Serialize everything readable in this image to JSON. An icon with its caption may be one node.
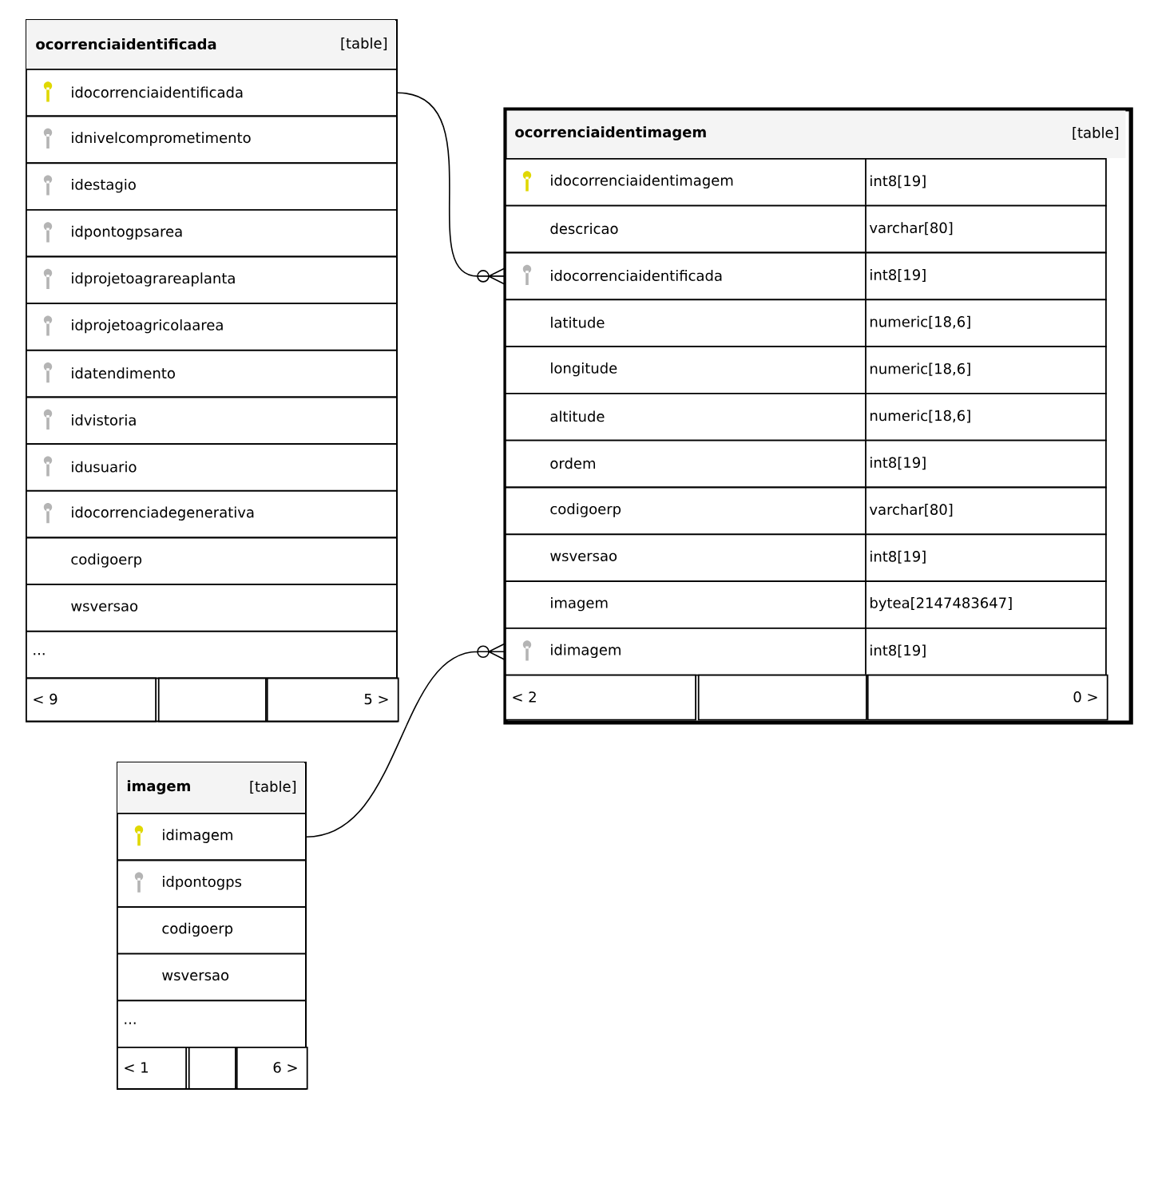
{
  "diagram": {
    "nodes": [
      {
        "text": [
          "ocorrenciaidentificada",
          "[table]"
        ]
      },
      {
        "text": [
          "idocorrenciaidentificada"
        ],
        "in": 0
      },
      {
        "text": [
          "idnivelcomprometimento"
        ],
        "in": 0
      },
      {
        "text": [
          "idestagio"
        ],
        "in": 0
      },
      {
        "text": [
          "idpontogpsarea"
        ],
        "in": 0
      },
      {
        "text": [
          "idprojetoagrareaplanta"
        ],
        "in": 0
      },
      {
        "text": [
          "idprojetoagricolaarea"
        ],
        "in": 0
      },
      {
        "text": [
          "idatendimento"
        ],
        "in": 0
      },
      {
        "text": [
          "idvistoria"
        ],
        "in": 0
      },
      {
        "text": [
          "idusuario"
        ],
        "in": 0
      },
      {
        "text": [
          "idocorrenciadegenerativa"
        ],
        "in": 0
      },
      {
        "text": [
          "codigoerp"
        ],
        "in": 0
      },
      {
        "text": [
          "wsversao"
        ],
        "in": 0
      },
      {
        "text": [
          "..."
        ],
        "in": 0
      },
      {
        "text": [
          "< 9"
        ],
        "in": 0
      },
      {
        "text": [],
        "shape": "box",
        "in": 0
      },
      {
        "text": [
          "5 >"
        ],
        "in": 0
      },
      {
        "text": [
          "ocorrenciaidentimagem",
          "[table]"
        ]
      },
      {
        "text": [
          "idocorrenciaidentimagem",
          "int8[19]"
        ],
        "in": 17
      },
      {
        "text": [
          "descricao",
          "varchar[80]"
        ],
        "in": 17
      },
      {
        "text": [
          "idocorrenciaidentificada",
          "int8[19]"
        ],
        "in": 17
      },
      {
        "text": [
          "latitude",
          "numeric[18,6]"
        ],
        "in": 17
      },
      {
        "text": [
          "longitude",
          "numeric[18,6]"
        ],
        "in": 17
      },
      {
        "text": [
          "altitude",
          "numeric[18,6]"
        ],
        "in": 17
      },
      {
        "text": [
          "ordem",
          "int8[19]"
        ],
        "in": 17
      },
      {
        "text": [
          "codigoerp",
          "varchar[80]"
        ],
        "in": 17
      },
      {
        "text": [
          "wsversao",
          "int8[19]"
        ],
        "in": 17
      },
      {
        "text": [
          "imagem",
          "bytea[2147483647]"
        ],
        "in": 17
      },
      {
        "text": [
          "idimagem",
          "int8[19]"
        ],
        "in": 17
      },
      {
        "text": [
          "< 2"
        ],
        "in": 17
      },
      {
        "text": [],
        "shape": "box",
        "in": 17
      },
      {
        "text": [
          "0 >"
        ],
        "in": 17
      },
      {
        "text": [
          "imagem",
          "[table]"
        ]
      },
      {
        "text": [
          "idimagem"
        ],
        "in": 32
      },
      {
        "text": [
          "idpontogps"
        ],
        "in": 32
      },
      {
        "text": [
          "codigoerp"
        ],
        "in": 32
      },
      {
        "text": [
          "wsversao"
        ],
        "in": 32
      },
      {
        "text": [
          "..."
        ],
        "in": 32
      },
      {
        "text": [
          "< 1"
        ],
        "in": 32
      },
      {
        "text": [],
        "shape": "box",
        "in": 32
      },
      {
        "text": [
          "6 >"
        ],
        "in": 32
      }
    ],
    "edges": [
      {
        "from": 1,
        "to": 20,
        "arrow": "other"
      },
      {
        "from": 33,
        "to": 28,
        "arrow": "other"
      }
    ]
  }
}
